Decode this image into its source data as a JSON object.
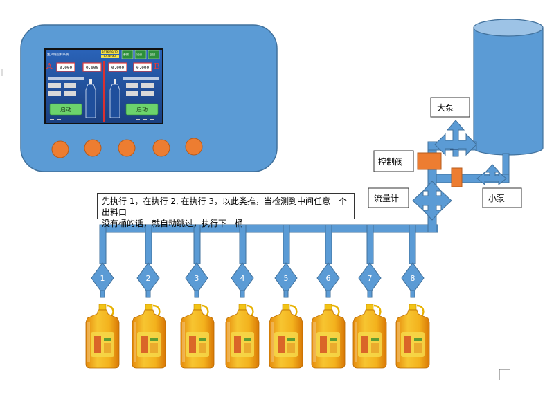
{
  "labels": {
    "big_pump": "大泵",
    "control_valve": "控制阀",
    "flow_meter": "流量计",
    "small_pump": "小泵"
  },
  "note": {
    "line1": "先执行 1，在执行 2, 在执行 3，以此类推，当检测到中间任意一个出料口",
    "line2": "没有桶的话，就自动跳过，执行下一桶"
  },
  "outlets": [
    "1",
    "2",
    "3",
    "4",
    "5",
    "6",
    "7",
    "8"
  ],
  "hmi": {
    "header_left": "生产线控制系统",
    "date": "2016/09/12",
    "time": "12:46:43",
    "btn_settings": "参数",
    "btn_records": "记录",
    "btn_menu": "返回",
    "side_a": "A",
    "side_b": "B",
    "readings": [
      "0.000",
      "0.000",
      "0.000",
      "0.000"
    ],
    "start_left": "启动",
    "start_right": "启动"
  },
  "colors": {
    "panel": "#5b9bd5",
    "pipe": "#5b9bd5",
    "outline": "#41719c",
    "knob": "#ed7d31",
    "valve": "#ed7d31",
    "start_button": "#6cd36c"
  }
}
